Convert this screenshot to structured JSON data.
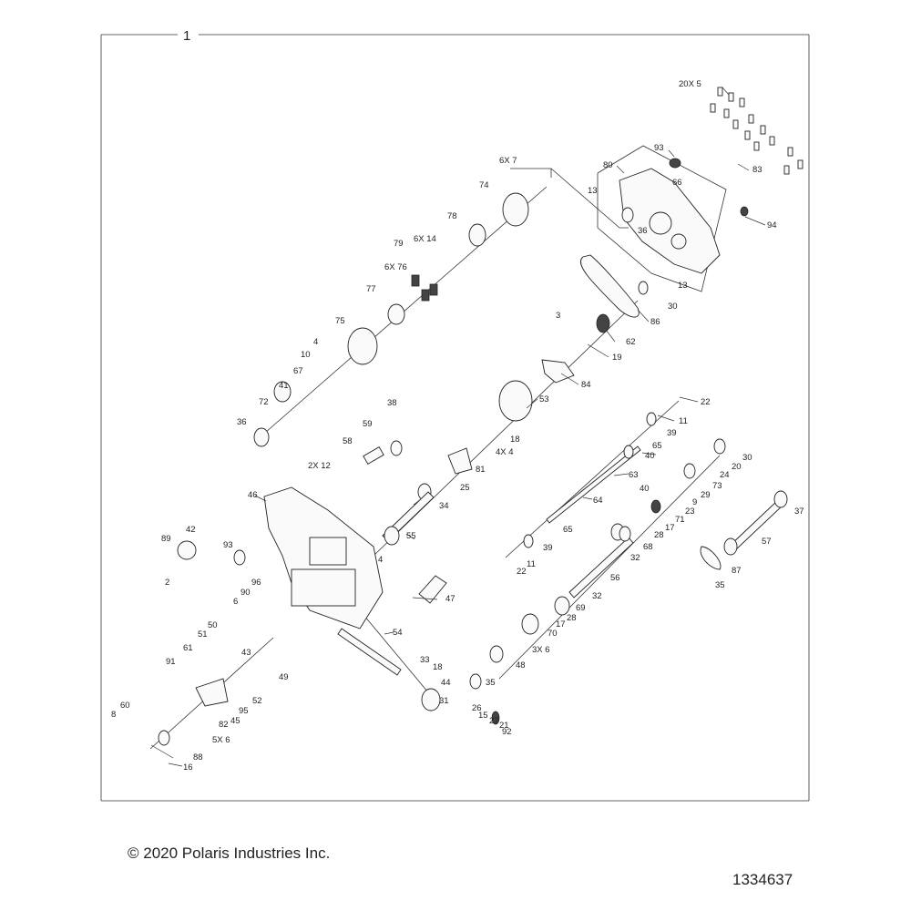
{
  "frame": {
    "label": "1"
  },
  "footer": {
    "copyright": "© 2020 Polaris Industries Inc.",
    "drawing_number": "1334637"
  },
  "callouts": [
    "20X 5",
    "93",
    "80",
    "83",
    "66",
    "13",
    "36",
    "94",
    "6X 7",
    "74",
    "78",
    "6X 14",
    "79",
    "6X 76",
    "77",
    "13",
    "30",
    "86",
    "3",
    "62",
    "75",
    "4",
    "10",
    "19",
    "67",
    "84",
    "41",
    "72",
    "36",
    "38",
    "22",
    "53",
    "11",
    "59",
    "39",
    "18",
    "65",
    "58",
    "4X 4",
    "40",
    "30",
    "20",
    "2X 12",
    "81",
    "63",
    "24",
    "73",
    "25",
    "29",
    "9",
    "40",
    "23",
    "64",
    "46",
    "34",
    "71",
    "17",
    "28",
    "37",
    "55",
    "65",
    "68",
    "57",
    "42",
    "89",
    "4",
    "39",
    "32",
    "93",
    "11",
    "22",
    "56",
    "87",
    "96",
    "2",
    "32",
    "35",
    "90",
    "47",
    "69",
    "6",
    "28",
    "17",
    "50",
    "70",
    "54",
    "51",
    "3X 6",
    "61",
    "43",
    "33",
    "18",
    "48",
    "91",
    "49",
    "44",
    "35",
    "52",
    "95",
    "31",
    "26",
    "60",
    "15",
    "27",
    "8",
    "45",
    "82",
    "21",
    "92",
    "5X 6",
    "88",
    "16"
  ],
  "colors": {
    "line": "#222222",
    "background": "#ffffff"
  }
}
